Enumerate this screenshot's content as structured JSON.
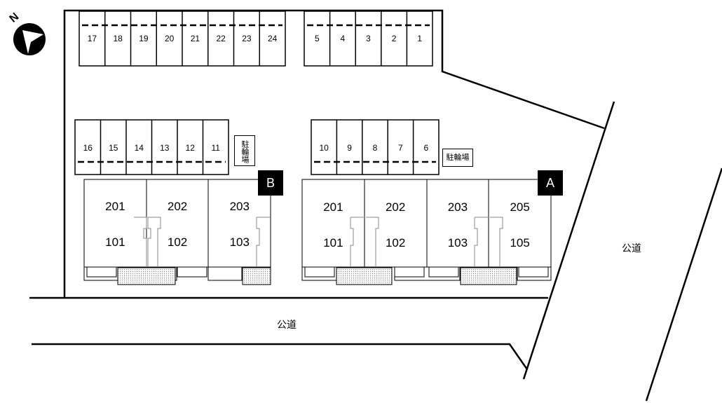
{
  "north_label": "N",
  "parking_top_left": [
    "17",
    "18",
    "19",
    "20",
    "21",
    "22",
    "23",
    "24"
  ],
  "parking_top_right": [
    "5",
    "4",
    "3",
    "2",
    "1"
  ],
  "parking_mid_left": [
    "16",
    "15",
    "14",
    "13",
    "12",
    "11"
  ],
  "parking_mid_right": [
    "10",
    "9",
    "8",
    "7",
    "6"
  ],
  "bicycle_parking_label": "駐輪場",
  "building_b": {
    "badge": "B",
    "upper_units": [
      "201",
      "202",
      "203"
    ],
    "lower_units": [
      "101",
      "102",
      "103"
    ]
  },
  "building_a": {
    "badge": "A",
    "upper_units": [
      "201",
      "202",
      "203",
      "205"
    ],
    "lower_units": [
      "101",
      "102",
      "103",
      "105"
    ]
  },
  "road_label": "公道",
  "colors": {
    "ink": "#000000",
    "background": "#ffffff",
    "entry_hatch": "#9a9a9a"
  }
}
